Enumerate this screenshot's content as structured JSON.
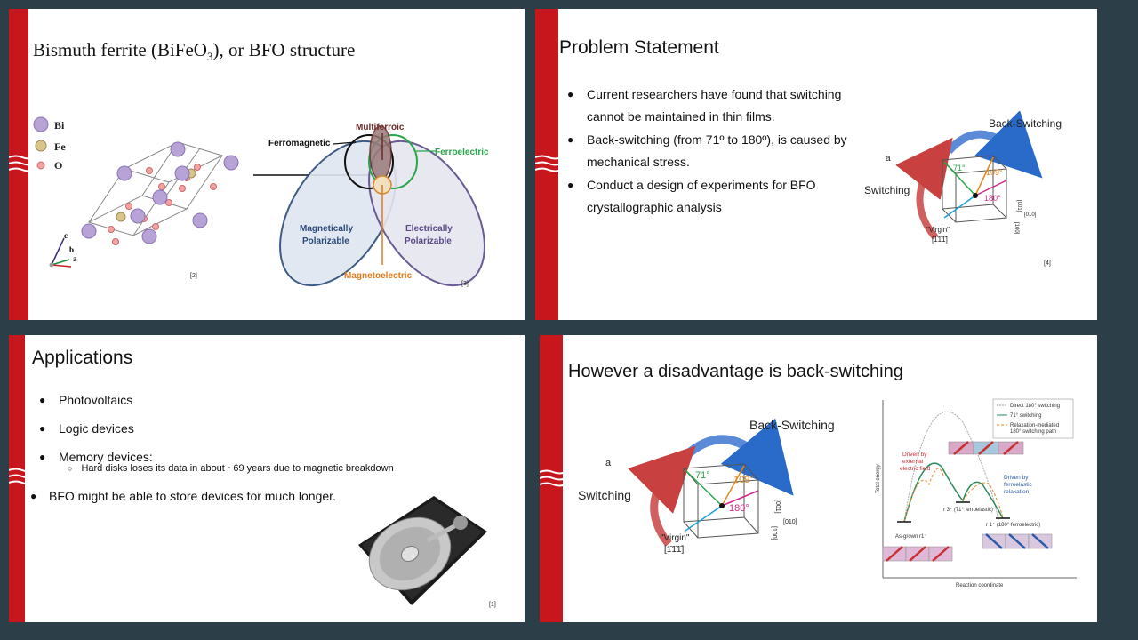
{
  "slide1": {
    "title_prefix": "Bismuth ferrite (BiFeO",
    "title_sub": "3",
    "title_suffix": "), or BFO structure",
    "legend": [
      "Bi",
      "Fe",
      "O"
    ],
    "axis_labels": [
      "c",
      "b",
      "a"
    ],
    "venn": {
      "multiferroic": "Multiferroic",
      "ferromagnetic": "Ferromagnetic",
      "ferroelectric": "Ferroelectric",
      "magnetically_1": "Magnetically",
      "magnetically_2": "Polarizable",
      "electrically_1": "Electrically",
      "electrically_2": "Polarizable",
      "magnetoelectric": "Magnetoelectric"
    },
    "ref_a": "[2]",
    "ref_b": "[3]"
  },
  "slide2": {
    "title": "Problem Statement",
    "bullets": [
      "Current researchers have found that switching cannot be maintained in thin films.",
      "Back-switching (from 71º to 180º), is caused by mechanical stress.",
      "Conduct a design of experiments for BFO crystallographic analysis"
    ],
    "diagram": {
      "back_switching": "Back-Switching",
      "switching": "Switching",
      "a": "a",
      "virgin": "\"Virgin\"",
      "virgin_idx": "[1̄1̄1̄]",
      "a71": "71°",
      "a109": "109°",
      "a180": "180°",
      "dir1": "[001]",
      "dir2": "[010]",
      "dir3": "[100]"
    },
    "ref": "[4]"
  },
  "slide3": {
    "title": "Applications",
    "bullets": [
      "Photovoltaics",
      "Logic devices",
      "Memory devices:"
    ],
    "sub_bullet": "Hard disks loses its data in about ~69 years due to magnetic breakdown",
    "bullet_bfo": "BFO might be able to store devices for much longer.",
    "ref": "[1]"
  },
  "slide4": {
    "title": "However a disadvantage is back-switching",
    "diagram": {
      "back_switching": "Back-Switching",
      "switching": "Switching",
      "a": "a",
      "virgin": "\"Virgin\"",
      "virgin_idx": "[1̄1̄1̄]",
      "a71": "71°",
      "a109": "109°",
      "a180": "180°",
      "dir1": "[001]",
      "dir2": "[010]",
      "dir3": "[100]"
    },
    "energy": {
      "legend1": "Direct 180° switching",
      "legend2": "71° switching",
      "legend3a": "Relaxation-mediated",
      "legend3b": "180° switching path",
      "driven1": "Driven by",
      "driven2": "external",
      "driven3": "electric field",
      "ferro1": "Driven by",
      "ferro2": "ferroelastic",
      "ferro3": "relaxation",
      "r3": "r 3⁺ (71° ferroelastic)",
      "r1p": "r 1⁺ (180° ferroelectric)",
      "asgrown": "As-grown r1⁻",
      "xlabel": "Reaction coordinate",
      "ylabel": "Total energy"
    }
  }
}
